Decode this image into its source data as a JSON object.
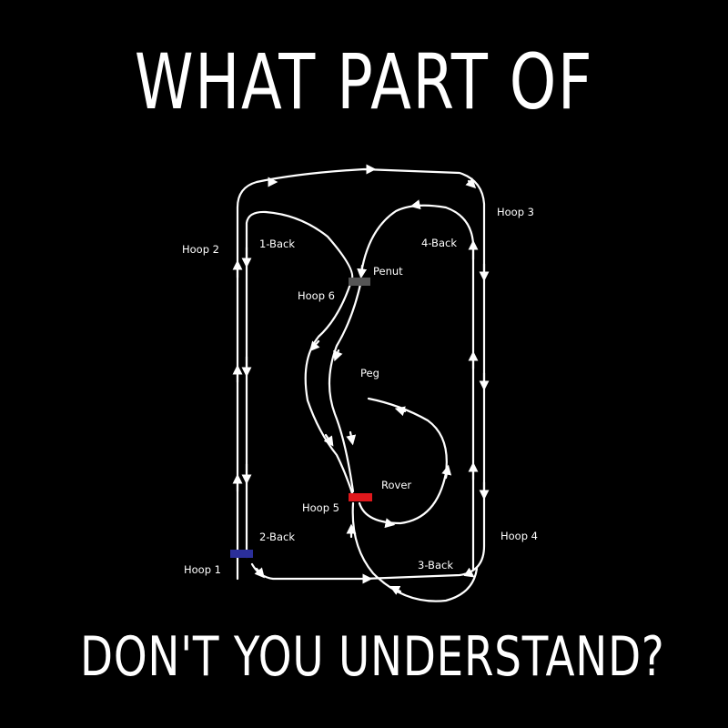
{
  "title_top": "WHAT PART OF",
  "title_bottom": "DON'T YOU UNDERSTAND?",
  "labels": {
    "hoop1": "Hoop 1",
    "hoop2": "Hoop 2",
    "hoop3": "Hoop 3",
    "hoop4": "Hoop 4",
    "hoop5": "Hoop 5",
    "hoop6": "Hoop 6",
    "back1": "1-Back",
    "back2": "2-Back",
    "back3": "3-Back",
    "back4": "4-Back",
    "penut": "Penut",
    "peg": "Peg",
    "rover": "Rover"
  },
  "colors": {
    "background": "#000000",
    "line": "#ffffff",
    "hoop1_marker": "#2b2f9a",
    "hoop5_marker": "#e0181c",
    "hoop6_marker": "#555555"
  }
}
